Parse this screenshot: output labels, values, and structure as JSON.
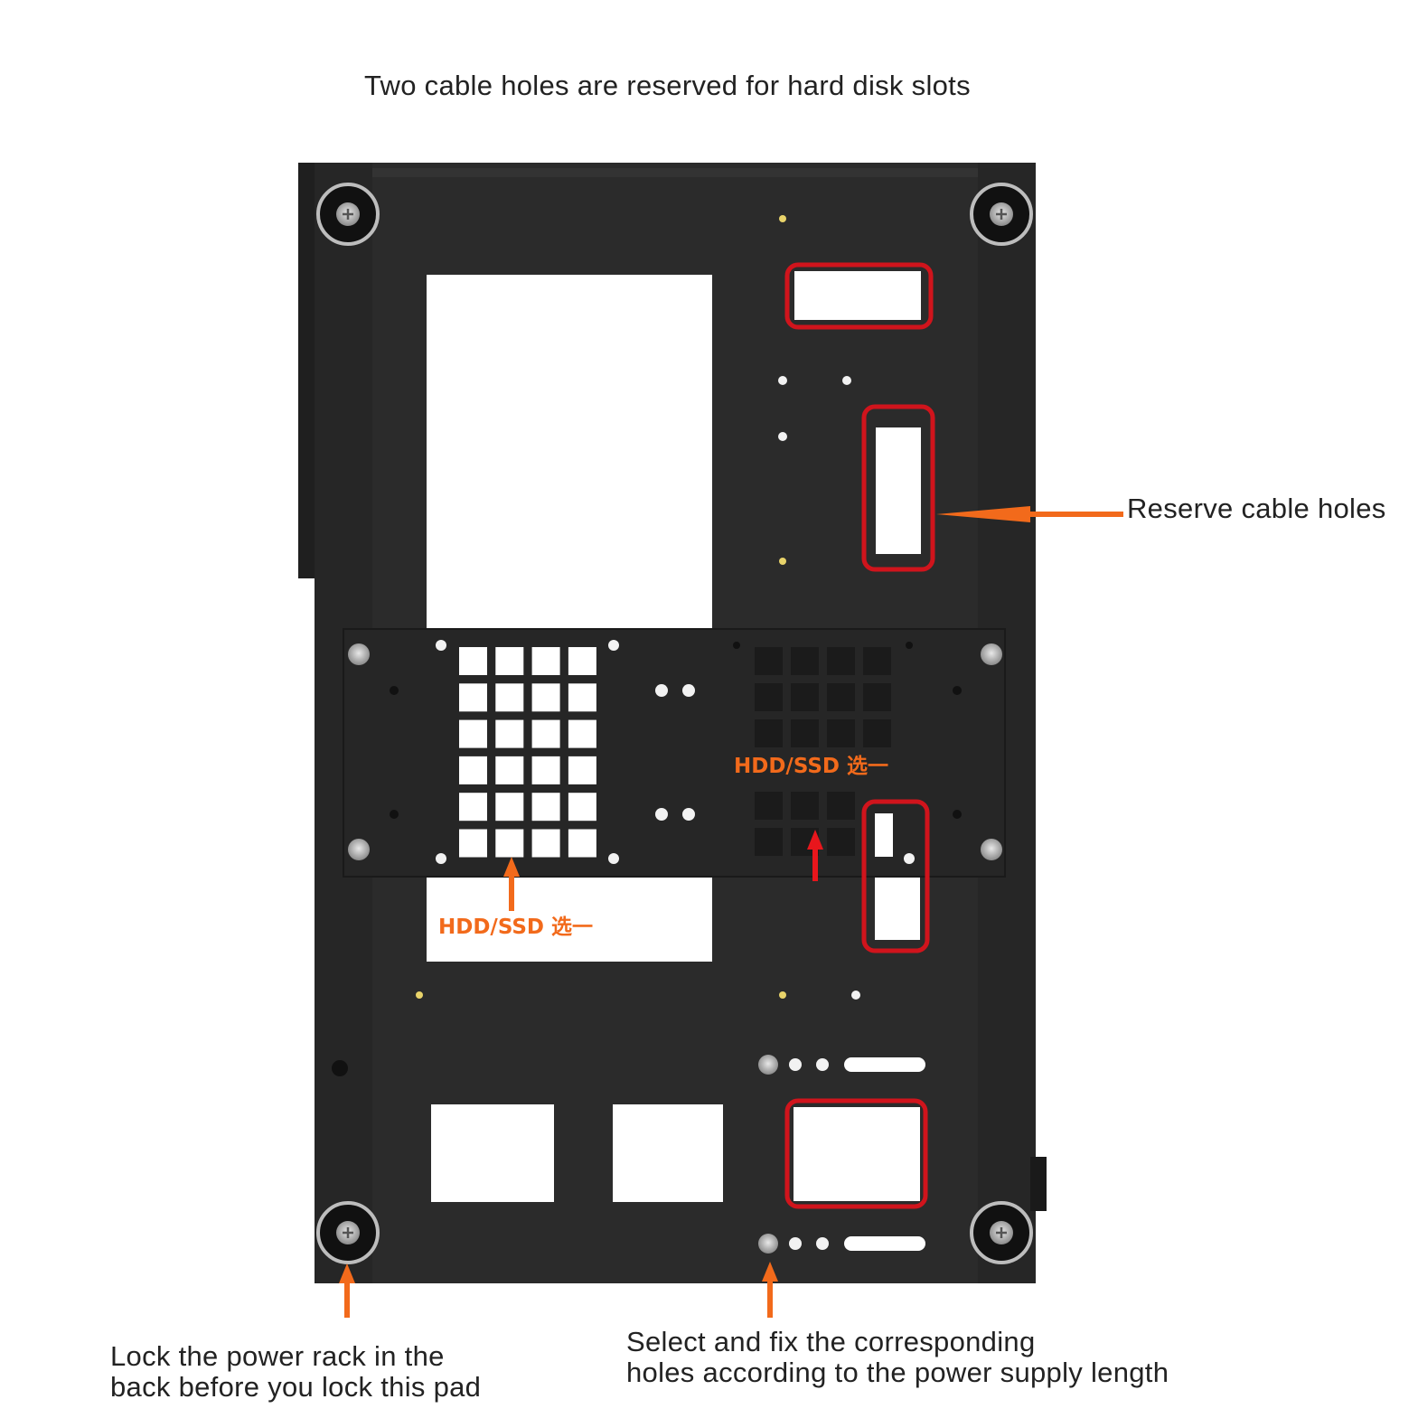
{
  "captions": {
    "top": "Two cable holes are reserved for hard disk slots",
    "right": "Reserve cable holes",
    "bottom_left": [
      "Lock the power rack in the",
      "back before you lock this pad"
    ],
    "bottom_right": [
      "Select and fix the corresponding",
      "holes according to the power supply length"
    ]
  },
  "labels": {
    "hdd_tray_bracket": "HDD/SSD 选一",
    "hdd_tray_panel": "HDD/SSD 选一"
  },
  "colors": {
    "panel": "#2b2b2b",
    "panel_edge": "#1c1c1c",
    "bracket": "#262626",
    "highlight": "#d0141c",
    "arrow": "#f26a1b",
    "cutout": "#ffffff"
  }
}
